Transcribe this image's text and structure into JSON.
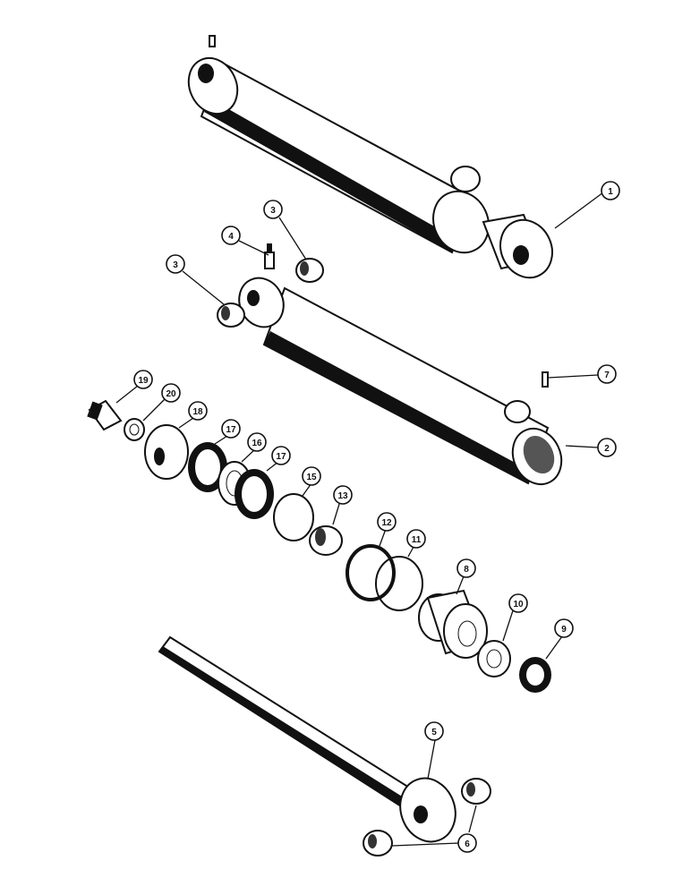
{
  "diagram": {
    "callouts": [
      {
        "id": "c1",
        "label": "1"
      },
      {
        "id": "c2",
        "label": "2"
      },
      {
        "id": "c3a",
        "label": "3"
      },
      {
        "id": "c3b",
        "label": "3"
      },
      {
        "id": "c4",
        "label": "4"
      },
      {
        "id": "c5",
        "label": "5"
      },
      {
        "id": "c6",
        "label": "6"
      },
      {
        "id": "c7",
        "label": "7"
      },
      {
        "id": "c8",
        "label": "8"
      },
      {
        "id": "c9",
        "label": "9"
      },
      {
        "id": "c10",
        "label": "10"
      },
      {
        "id": "c11",
        "label": "11"
      },
      {
        "id": "c12",
        "label": "12"
      },
      {
        "id": "c13",
        "label": "13"
      },
      {
        "id": "c15",
        "label": "15"
      },
      {
        "id": "c16",
        "label": "16"
      },
      {
        "id": "c17a",
        "label": "17"
      },
      {
        "id": "c17b",
        "label": "17"
      },
      {
        "id": "c18",
        "label": "18"
      },
      {
        "id": "c19",
        "label": "19"
      },
      {
        "id": "c20",
        "label": "20"
      }
    ]
  }
}
